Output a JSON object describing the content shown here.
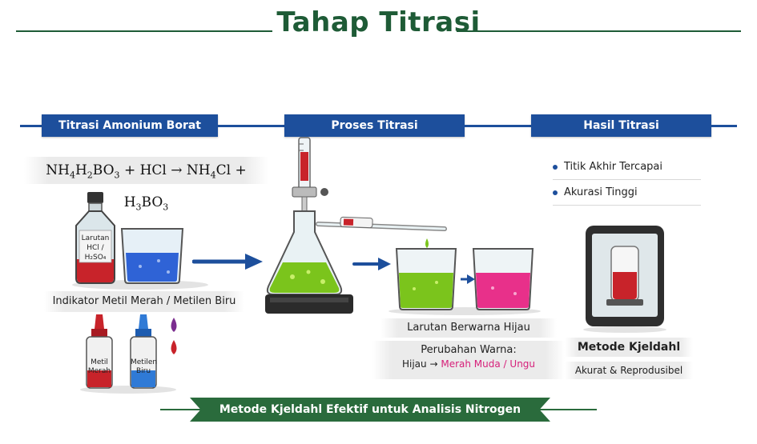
{
  "title": "Tahap Titrasi",
  "sections": {
    "left": "Titrasi Amonium Borat",
    "center": "Proses Titrasi",
    "right": "Hasil Titrasi"
  },
  "equation": {
    "reactant1": "NH",
    "reactant1_sub1": "4",
    "reactant1_mid": "H",
    "reactant1_sub2": "2",
    "reactant1_end": "BO",
    "reactant1_sub3": "3",
    "plus1": "+ HCl",
    "arrow": "→",
    "product1": "NH",
    "product1_sub": "4",
    "product1_end": "Cl",
    "plus2": "+ H",
    "product2_sub1": "3",
    "product2_mid": "BO",
    "product2_sub2": "3"
  },
  "left": {
    "bottle_label_line1": "Larutan",
    "bottle_label_line2": "HCl / H₂SO₄",
    "indicator_caption": "Indikator Metil Merah / Metilen Biru",
    "dropper1_line1": "Metil",
    "dropper1_line2": "Merah",
    "dropper2_line1": "Metilen",
    "dropper2_line2": "Biru"
  },
  "center": {
    "result_caption": "Larutan Berwarna Hijau",
    "change_title": "Perubahan Warna:",
    "change_from": "Hijau",
    "change_arrow": "→",
    "change_to": "Merah Muda / Ungu"
  },
  "right": {
    "bullets": [
      "Titik Akhir Tercapai",
      "Akurasi Tinggi"
    ],
    "method_caption": "Metode Kjeldahl",
    "method_sub": "Akurat & Reprodusibel"
  },
  "footer": "Metode Kjeldahl Efektif untuk Analisis Nitrogen",
  "colors": {
    "green_title": "#1e5b36",
    "blue_ribbon": "#1d4f9c",
    "green_solution": "#7bc41c",
    "blue_solution": "#2f63d6",
    "pink_solution": "#e8308a",
    "red_solution": "#c8232a"
  }
}
